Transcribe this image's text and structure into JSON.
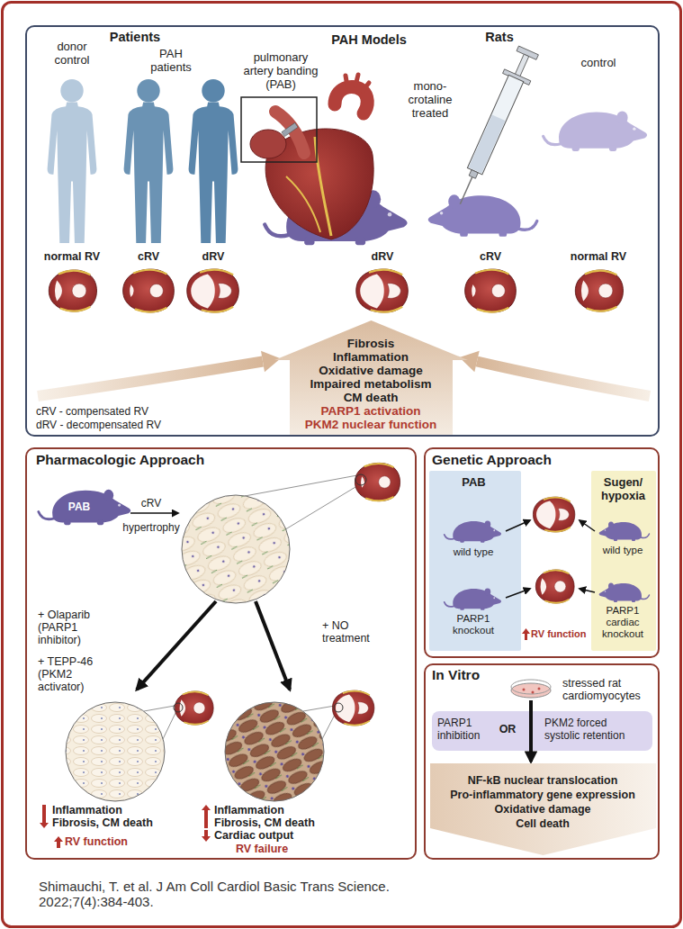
{
  "diagram": {
    "caption": "Shimauchi, T. et al. J Am Coll Cardiol Basic Trans Science. 2022;7(4):384-403.",
    "nodes": [
      {
        "text": [
          "Patients",
          "PAH Models",
          "Rats"
        ]
      },
      {
        "text": [
          "Fibrosis",
          "Inflammation",
          "Oxidative damage",
          "Impaired metabolism",
          "CM death",
          "PARP1 activation",
          "PKM2 nuclear function"
        ],
        "in": 0
      },
      {
        "text": [
          "Pharmacologic Approach"
        ]
      },
      {
        "text": [
          "Genetic Approach"
        ]
      },
      {
        "text": [
          "PAB"
        ],
        "in": 3
      },
      {
        "text": [
          "Sugen/ hypoxia"
        ],
        "in": 3
      },
      {
        "text": [
          "In Vitro"
        ]
      },
      {
        "text": [
          "PARP1 inhibition",
          "OR",
          "PKM2 forced systolic retention"
        ],
        "in": 6
      },
      {
        "text": [
          "NF-kB nuclear translocation",
          "Pro-inflammatory gene expression",
          "Oxidative damage",
          "Cell death"
        ],
        "in": 6
      }
    ],
    "labels": [
      "donor control",
      "PAH patients",
      "normal RV",
      "cRV",
      "dRV",
      "pulmonary artery banding (PAB)",
      "mono- crotaline treated",
      "control",
      "dRV",
      "cRV",
      "normal RV",
      "cRV - compensated RV",
      "dRV - decompensated RV",
      "PAB",
      "cRV",
      "hypertrophy",
      "+ Olaparib (PARP1 inhibitor)",
      "+ TEPP-46 (PKM2 activator)",
      "+ NO treatment",
      "Inflammation",
      "Fibrosis, CM death",
      "RV function",
      "Inflammation",
      "Fibrosis, CM death",
      "Cardiac output",
      "RV failure",
      "wild type",
      "PARP1 knockout",
      "wild type",
      "PARP1 cardiac knockout",
      "RV function",
      "stressed rat cardiomyocytes"
    ]
  }
}
